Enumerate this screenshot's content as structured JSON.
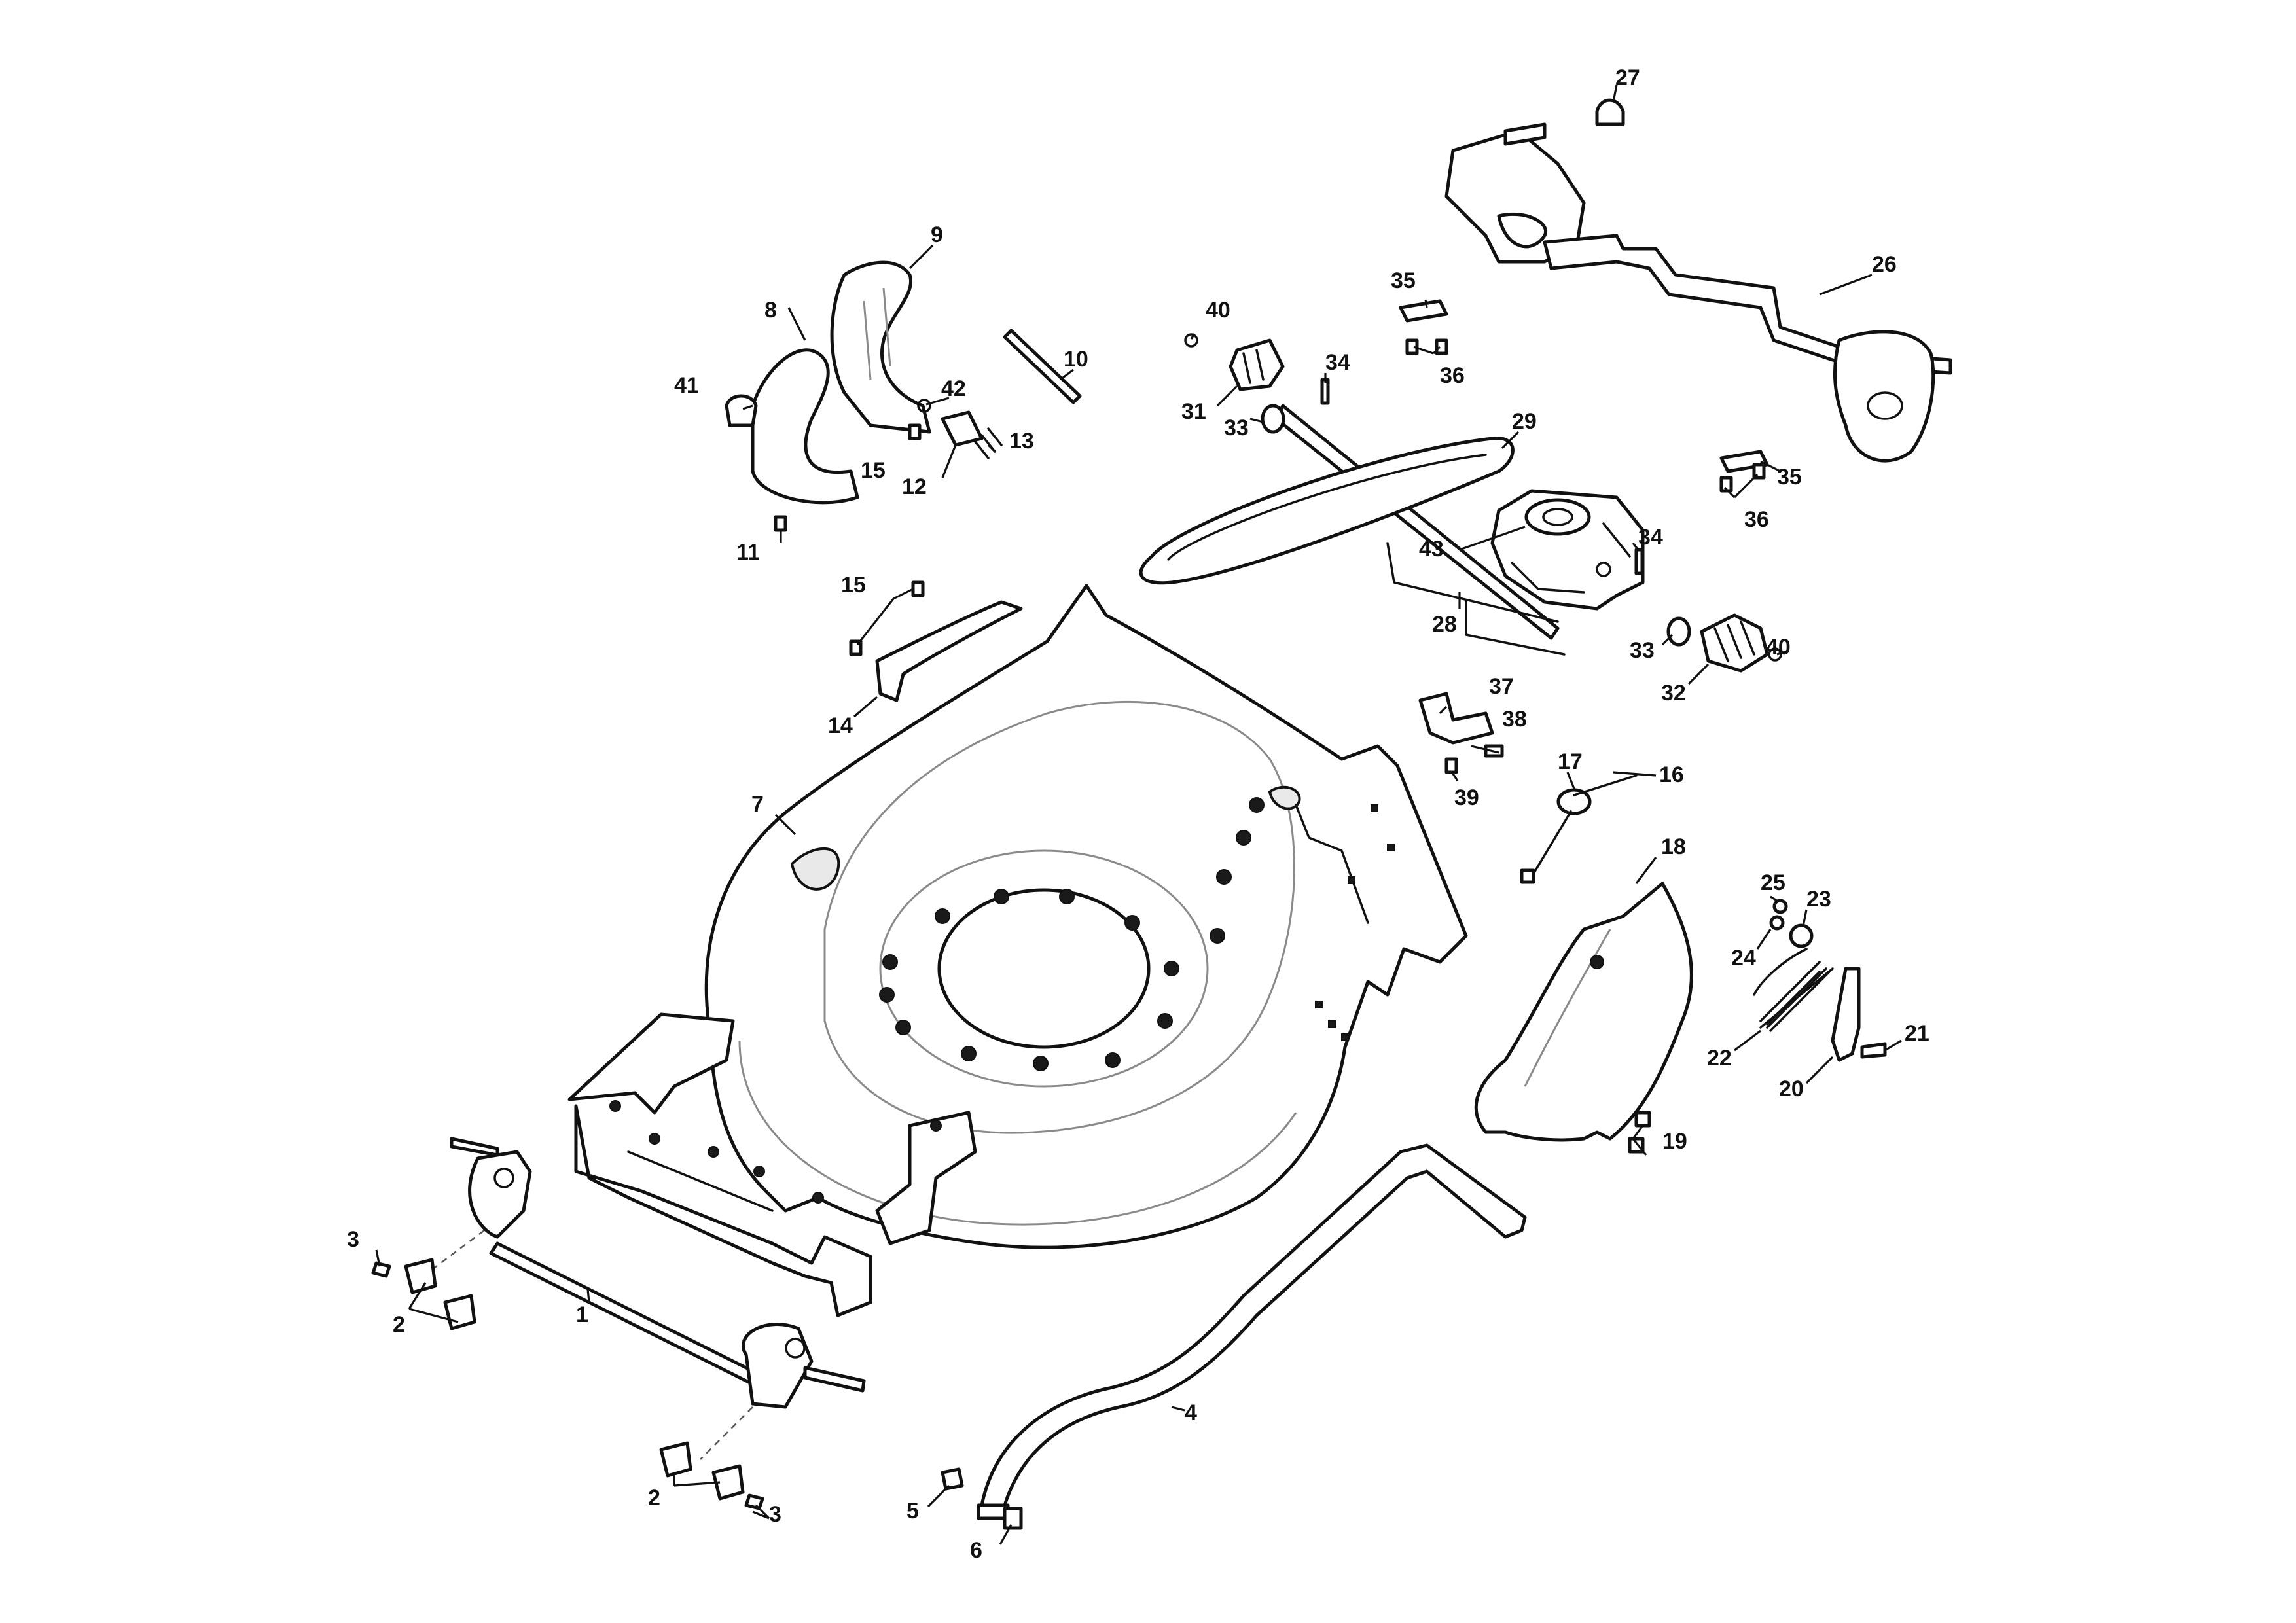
{
  "diagram": {
    "background": "#ffffff",
    "line_color": "#111111",
    "callouts": [
      "1",
      "2",
      "2",
      "3",
      "3",
      "4",
      "5",
      "6",
      "7",
      "8",
      "9",
      "10",
      "11",
      "12",
      "13",
      "14",
      "15",
      "15",
      "16",
      "17",
      "18",
      "19",
      "20",
      "21",
      "22",
      "23",
      "24",
      "25",
      "26",
      "27",
      "28",
      "29",
      "31",
      "32",
      "33",
      "33",
      "34",
      "34",
      "35",
      "35",
      "36",
      "36",
      "37",
      "38",
      "39",
      "40",
      "40",
      "41",
      "42",
      "43"
    ]
  }
}
